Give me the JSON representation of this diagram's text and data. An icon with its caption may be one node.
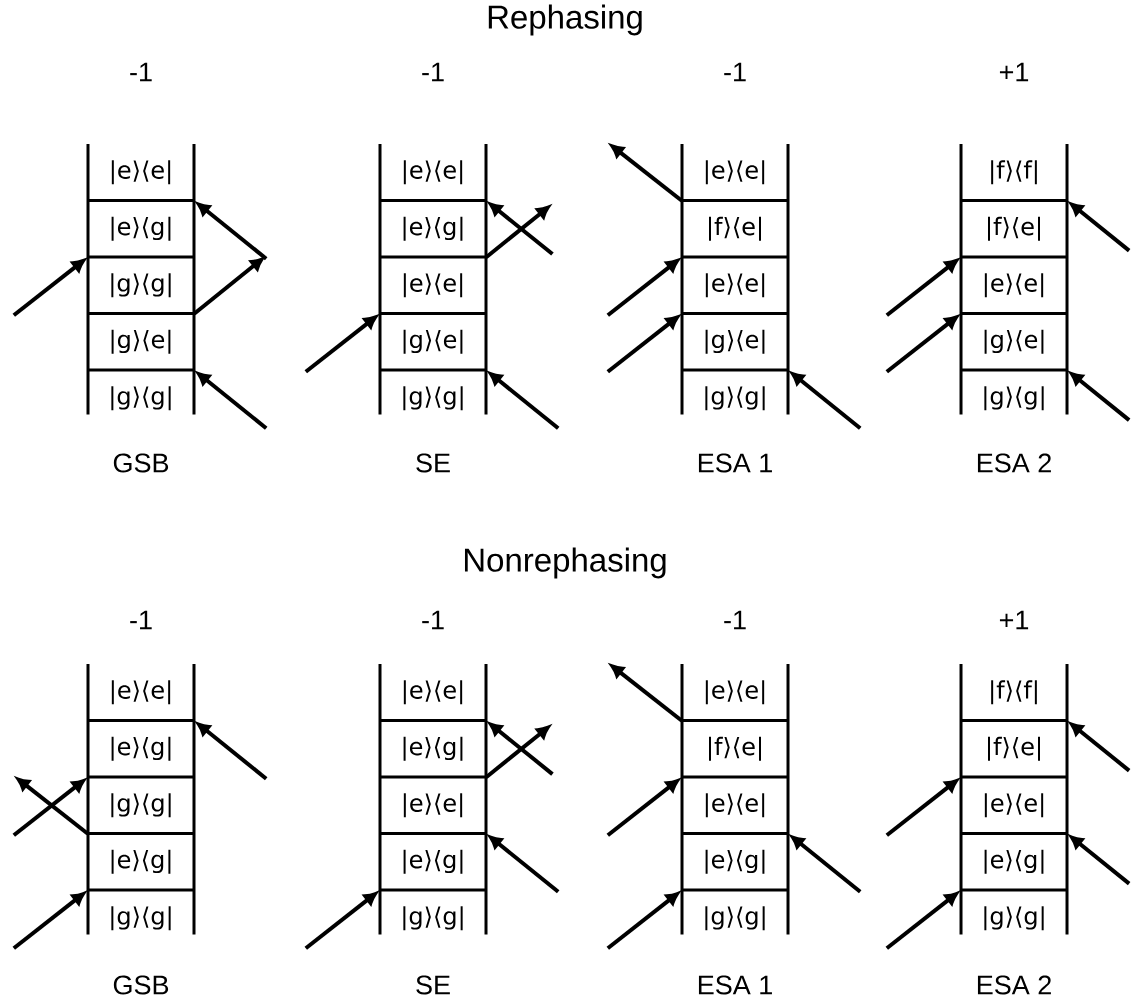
{
  "diagram": {
    "nodes": [
      {
        "text": [
          "GSB"
        ],
        "beside": [
          "-1"
        ]
      },
      {
        "text": [
          "|e⟩⟨e|"
        ],
        "in": 0
      },
      {
        "text": [
          "|e⟩⟨g|"
        ],
        "in": 0
      },
      {
        "text": [
          "|g⟩⟨g|"
        ],
        "in": 0
      },
      {
        "text": [
          "|g⟩⟨e|"
        ],
        "in": 0
      },
      {
        "text": [
          "|g⟩⟨g|"
        ],
        "in": 0
      },
      {
        "text": [
          "SE"
        ],
        "beside": [
          "-1"
        ]
      },
      {
        "text": [
          "|e⟩⟨e|"
        ],
        "in": 6
      },
      {
        "text": [
          "|e⟩⟨g|"
        ],
        "in": 6
      },
      {
        "text": [
          "|e⟩⟨e|"
        ],
        "in": 6
      },
      {
        "text": [
          "|g⟩⟨e|"
        ],
        "in": 6
      },
      {
        "text": [
          "|g⟩⟨g|"
        ],
        "in": 6
      },
      {
        "text": [
          "ESA 1"
        ],
        "beside": [
          "-1"
        ]
      },
      {
        "text": [
          "|e⟩⟨e|"
        ],
        "in": 12
      },
      {
        "text": [
          "|f⟩⟨e|"
        ],
        "in": 12
      },
      {
        "text": [
          "|e⟩⟨e|"
        ],
        "in": 12
      },
      {
        "text": [
          "|g⟩⟨e|"
        ],
        "in": 12
      },
      {
        "text": [
          "|g⟩⟨g|"
        ],
        "in": 12
      },
      {
        "text": [
          "ESA 2"
        ],
        "beside": [
          "+1"
        ]
      },
      {
        "text": [
          "|f⟩⟨f|"
        ],
        "in": 18
      },
      {
        "text": [
          "|f⟩⟨e|"
        ],
        "in": 18
      },
      {
        "text": [
          "|e⟩⟨e|"
        ],
        "in": 18
      },
      {
        "text": [
          "|g⟩⟨e|"
        ],
        "in": 18
      },
      {
        "text": [
          "|g⟩⟨g|"
        ],
        "in": 18
      },
      {
        "text": [
          "GSB"
        ],
        "beside": [
          "-1"
        ]
      },
      {
        "text": [
          "|e⟩⟨e|"
        ],
        "in": 24
      },
      {
        "text": [
          "|e⟩⟨g|"
        ],
        "in": 24
      },
      {
        "text": [
          "|g⟩⟨g|"
        ],
        "in": 24
      },
      {
        "text": [
          "|e⟩⟨g|"
        ],
        "in": 24
      },
      {
        "text": [
          "|g⟩⟨g|"
        ],
        "in": 24
      },
      {
        "text": [
          "SE"
        ],
        "beside": [
          "-1"
        ]
      },
      {
        "text": [
          "|e⟩⟨e|"
        ],
        "in": 30
      },
      {
        "text": [
          "|e⟩⟨g|"
        ],
        "in": 30
      },
      {
        "text": [
          "|e⟩⟨e|"
        ],
        "in": 30
      },
      {
        "text": [
          "|e⟩⟨g|"
        ],
        "in": 30
      },
      {
        "text": [
          "|g⟩⟨g|"
        ],
        "in": 30
      },
      {
        "text": [
          "ESA 1"
        ],
        "beside": [
          "-1"
        ]
      },
      {
        "text": [
          "|e⟩⟨e|"
        ],
        "in": 36
      },
      {
        "text": [
          "|f⟩⟨e|"
        ],
        "in": 36
      },
      {
        "text": [
          "|e⟩⟨e|"
        ],
        "in": 36
      },
      {
        "text": [
          "|e⟩⟨g|"
        ],
        "in": 36
      },
      {
        "text": [
          "|g⟩⟨g|"
        ],
        "in": 36
      },
      {
        "text": [
          "ESA 2"
        ],
        "beside": [
          "+1"
        ]
      },
      {
        "text": [
          "|f⟩⟨f|"
        ],
        "in": 42
      },
      {
        "text": [
          "|f⟩⟨e|"
        ],
        "in": 42
      },
      {
        "text": [
          "|e⟩⟨e|"
        ],
        "in": 42
      },
      {
        "text": [
          "|e⟩⟨g|"
        ],
        "in": 42
      },
      {
        "text": [
          "|g⟩⟨g|"
        ],
        "in": 42
      }
    ],
    "edges": [
      {
        "from": null,
        "to": 2,
        "arrow": "to"
      },
      {
        "from": 3,
        "to": null,
        "arrow": "to"
      },
      {
        "from": null,
        "to": 1,
        "arrow": "to"
      },
      {
        "from": null,
        "to": 4,
        "arrow": "to"
      },
      {
        "from": null,
        "to": 9,
        "arrow": "to"
      },
      {
        "from": null,
        "to": 10,
        "arrow": "to"
      },
      {
        "from": 8,
        "to": null,
        "arrow": "to"
      },
      {
        "from": null,
        "to": 7,
        "arrow": "to"
      },
      {
        "from": 13,
        "to": null,
        "arrow": "to"
      },
      {
        "from": null,
        "to": 14,
        "arrow": "to"
      },
      {
        "from": null,
        "to": 15,
        "arrow": "to"
      },
      {
        "from": null,
        "to": 16,
        "arrow": "to"
      },
      {
        "from": null,
        "to": 20,
        "arrow": "to"
      },
      {
        "from": null,
        "to": 21,
        "arrow": "to"
      },
      {
        "from": null,
        "to": 22,
        "arrow": "to"
      },
      {
        "from": null,
        "to": 19,
        "arrow": "to"
      },
      {
        "from": null,
        "to": 28,
        "arrow": "to"
      },
      {
        "from": null,
        "to": 26,
        "arrow": "to"
      },
      {
        "from": 27,
        "to": null,
        "arrow": "to"
      },
      {
        "from": null,
        "to": 25,
        "arrow": "to"
      },
      {
        "from": null,
        "to": 34,
        "arrow": "to"
      },
      {
        "from": 32,
        "to": null,
        "arrow": "to"
      },
      {
        "from": null,
        "to": 31,
        "arrow": "to"
      },
      {
        "from": null,
        "to": 33,
        "arrow": "to"
      },
      {
        "from": 37,
        "to": null,
        "arrow": "to"
      },
      {
        "from": null,
        "to": 38,
        "arrow": "to"
      },
      {
        "from": null,
        "to": 39,
        "arrow": "to"
      },
      {
        "from": null,
        "to": 40,
        "arrow": "to"
      },
      {
        "from": null,
        "to": 44,
        "arrow": "to"
      },
      {
        "from": null,
        "to": 46,
        "arrow": "to"
      },
      {
        "from": null,
        "to": 43,
        "arrow": "to"
      },
      {
        "from": null,
        "to": 45,
        "arrow": "to"
      }
    ],
    "labels": [
      "Rephasing",
      "Nonrephasing"
    ]
  }
}
